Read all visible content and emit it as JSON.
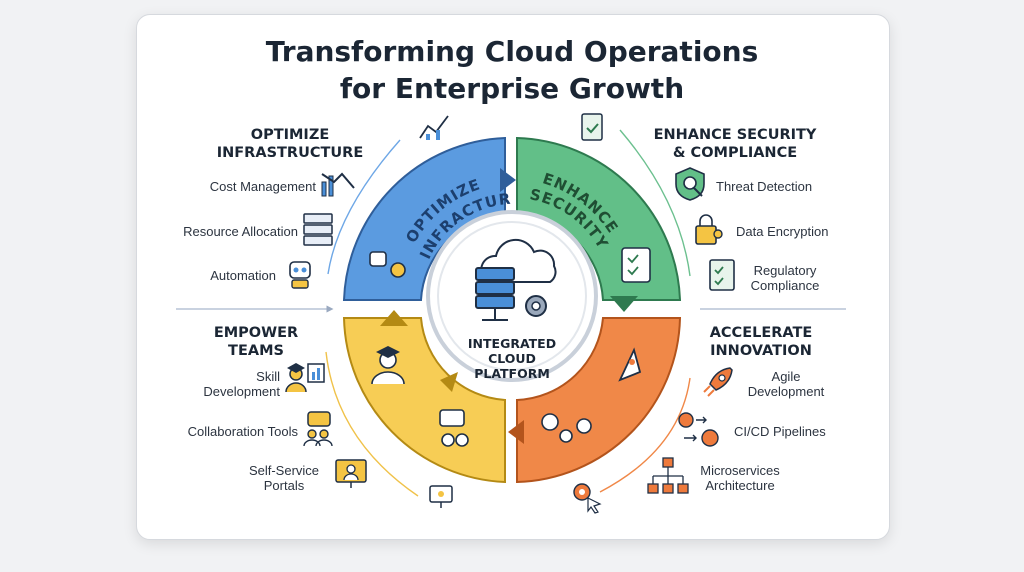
{
  "title": {
    "line1": "Transforming Cloud Operations",
    "line2": "for Enterprise Growth"
  },
  "hub": {
    "label_line1": "INTEGRATED",
    "label_line2": "CLOUD",
    "label_line3": "PLATFORM"
  },
  "quadrants": {
    "optimize": {
      "heading_line1": "OPTIMIZE",
      "heading_line2": "INFRASTRUCTURE",
      "arc_line1": "OPTIMIZE",
      "arc_line2": "INFRACTURE",
      "color": "#4a8fd8",
      "items": [
        "Cost Management",
        "Resource Allocation",
        "Automation"
      ]
    },
    "security": {
      "heading_line1": "ENHANCE SECURITY",
      "heading_line2": "& COMPLIANCE",
      "arc_line1": "ENHANCE",
      "arc_line2": "SECURITY &",
      "color": "#4fb37a",
      "items": [
        "Threat Detection",
        "Data Encryption",
        "Regulatory",
        "Compliance"
      ]
    },
    "teams": {
      "heading_line1": "EMPOWER",
      "heading_line2": "TEAMS",
      "color": "#f4c443",
      "items": [
        "Skill",
        "Development",
        "Collaboration Tools",
        "Self-Service",
        "Portals"
      ]
    },
    "innovation": {
      "heading_line1": "ACCELERATE",
      "heading_line2": "INNOVATION",
      "color": "#ee7a3c",
      "items": [
        "Agile",
        "Development",
        "CI/CD Pipelines",
        "Microservices",
        "Architecture"
      ]
    }
  }
}
